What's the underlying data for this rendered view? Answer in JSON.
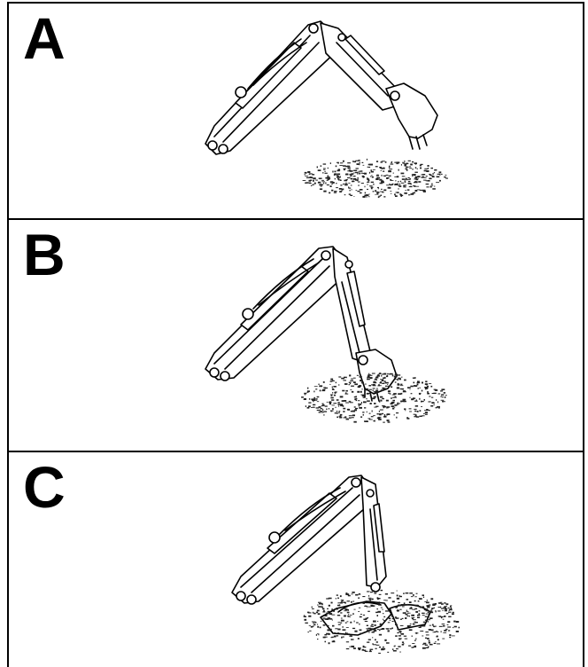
{
  "panels": [
    {
      "label": "A",
      "stage": "bucket-raised-above-ground"
    },
    {
      "label": "B",
      "stage": "bucket-entering-ground"
    },
    {
      "label": "C",
      "stage": "bucket-filled-with-soil"
    }
  ],
  "colors": {
    "line": "#000000",
    "background": "#ffffff",
    "soil": "#222222"
  }
}
